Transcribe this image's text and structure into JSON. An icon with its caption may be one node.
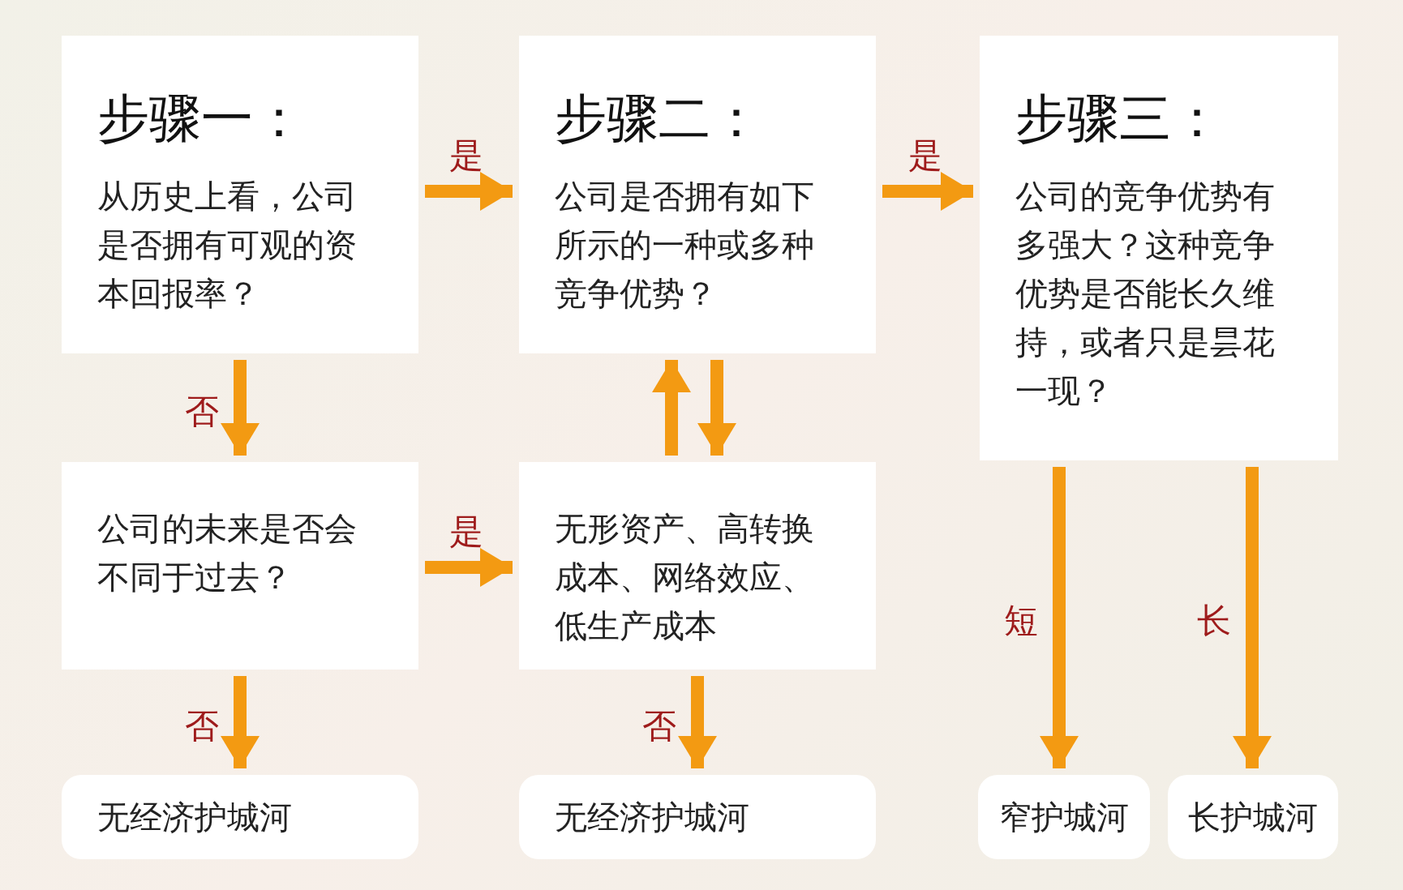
{
  "diagram": {
    "nodes": [
      {
        "text": [
          "步骤一：",
          "从历史上看，公司是否拥有可观的资本回报率？"
        ]
      },
      {
        "text": [
          "步骤二：",
          "公司是否拥有如下所示的一种或多种竞争优势？"
        ]
      },
      {
        "text": [
          "步骤三：",
          "公司的竞争优势有多强大？这种竞争优势是否能长久维持，或者只是昙花一现？"
        ]
      },
      {
        "text": [
          "公司的未来是否会不同于过去？"
        ]
      },
      {
        "text": [
          "无形资产、高转换成本、网络效应、低生产成本"
        ]
      },
      {
        "text": [
          "无经济护城河"
        ]
      },
      {
        "text": [
          "无经济护城河"
        ]
      },
      {
        "text": [
          "窄护城河"
        ]
      },
      {
        "text": [
          "长护城河"
        ]
      }
    ],
    "edges": [
      {
        "from": 0,
        "to": 1,
        "arrow": "to",
        "label": "是"
      },
      {
        "from": 1,
        "to": 2,
        "arrow": "to",
        "label": "是"
      },
      {
        "from": 0,
        "to": 3,
        "arrow": "to",
        "label": "否"
      },
      {
        "from": 3,
        "to": 4,
        "arrow": "to",
        "label": "是"
      },
      {
        "from": 4,
        "to": 1,
        "arrow": "to"
      },
      {
        "from": 1,
        "to": 4,
        "arrow": "to"
      },
      {
        "from": 3,
        "to": 5,
        "arrow": "to",
        "label": "否"
      },
      {
        "from": 4,
        "to": 6,
        "arrow": "to",
        "label": "否"
      },
      {
        "from": 2,
        "to": 7,
        "arrow": "to",
        "label": "短"
      },
      {
        "from": 2,
        "to": 8,
        "arrow": "to",
        "label": "长"
      }
    ]
  }
}
